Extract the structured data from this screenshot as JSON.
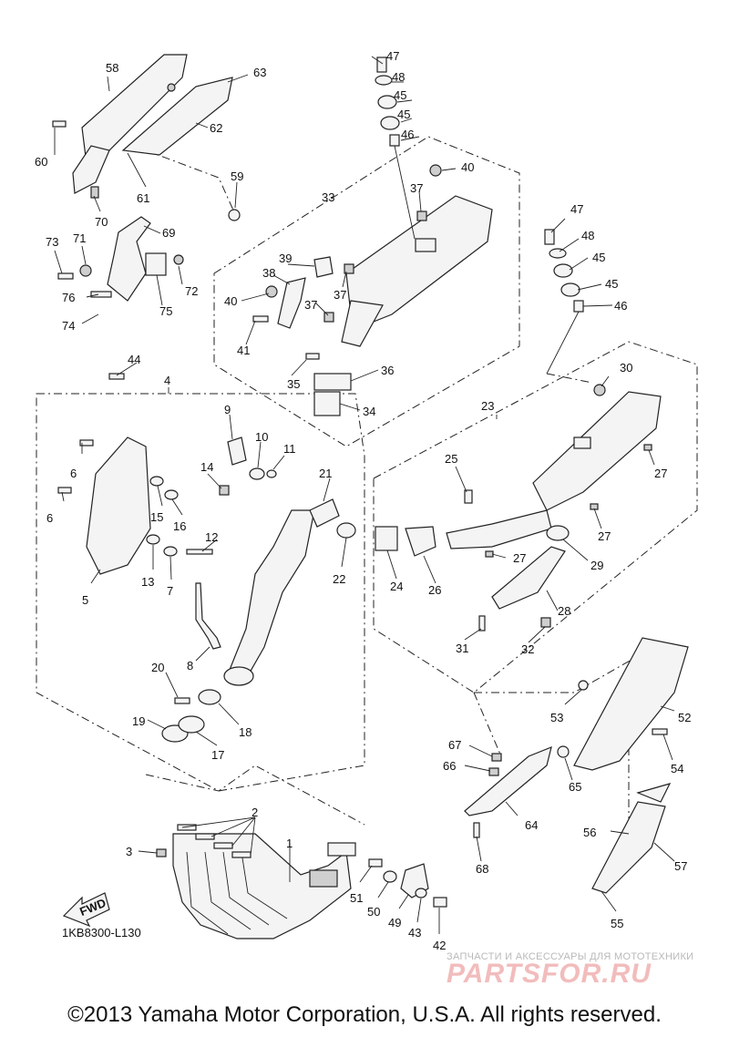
{
  "diagram_code": "1KB8300-L130",
  "fwd_label": "FWD",
  "copyright": "©2013 Yamaha Motor Corporation, U.S.A. All rights reserved.",
  "watermark": {
    "tagline": "ЗАПЧАСТИ И АКСЕССУАРЫ ДЛЯ МОТОТЕХНИКИ",
    "logo": "PARTSFOR.RU"
  },
  "callouts": {
    "c1": "1",
    "c2": "2",
    "c3": "3",
    "c4": "4",
    "c5": "5",
    "c6a": "6",
    "c6b": "6",
    "c7": "7",
    "c8": "8",
    "c9": "9",
    "c10": "10",
    "c11": "11",
    "c12": "12",
    "c13": "13",
    "c14": "14",
    "c15": "15",
    "c16": "16",
    "c17": "17",
    "c18": "18",
    "c19": "19",
    "c20": "20",
    "c21": "21",
    "c22": "22",
    "c23": "23",
    "c24": "24",
    "c25": "25",
    "c26": "26",
    "c27a": "27",
    "c27b": "27",
    "c27c": "27",
    "c28": "28",
    "c29": "29",
    "c30": "30",
    "c31": "31",
    "c32": "32",
    "c33": "33",
    "c34": "34",
    "c35": "35",
    "c36": "36",
    "c37a": "37",
    "c37b": "37",
    "c37c": "37",
    "c38": "38",
    "c39": "39",
    "c40a": "40",
    "c40b": "40",
    "c41": "41",
    "c42": "42",
    "c43": "43",
    "c44": "44",
    "c45a": "45",
    "c45b": "45",
    "c45c": "45",
    "c45d": "45",
    "c46a": "46",
    "c46b": "46",
    "c47a": "47",
    "c47b": "47",
    "c48a": "48",
    "c48b": "48",
    "c49": "49",
    "c50": "50",
    "c51": "51",
    "c52": "52",
    "c53": "53",
    "c54": "54",
    "c55": "55",
    "c56": "56",
    "c57": "57",
    "c58": "58",
    "c59": "59",
    "c60": "60",
    "c61": "61",
    "c62": "62",
    "c63": "63",
    "c64": "64",
    "c65": "65",
    "c66": "66",
    "c67": "67",
    "c68": "68",
    "c69": "69",
    "c70": "70",
    "c71": "71",
    "c72": "72",
    "c73": "73",
    "c74": "74",
    "c75": "75",
    "c76": "76"
  }
}
